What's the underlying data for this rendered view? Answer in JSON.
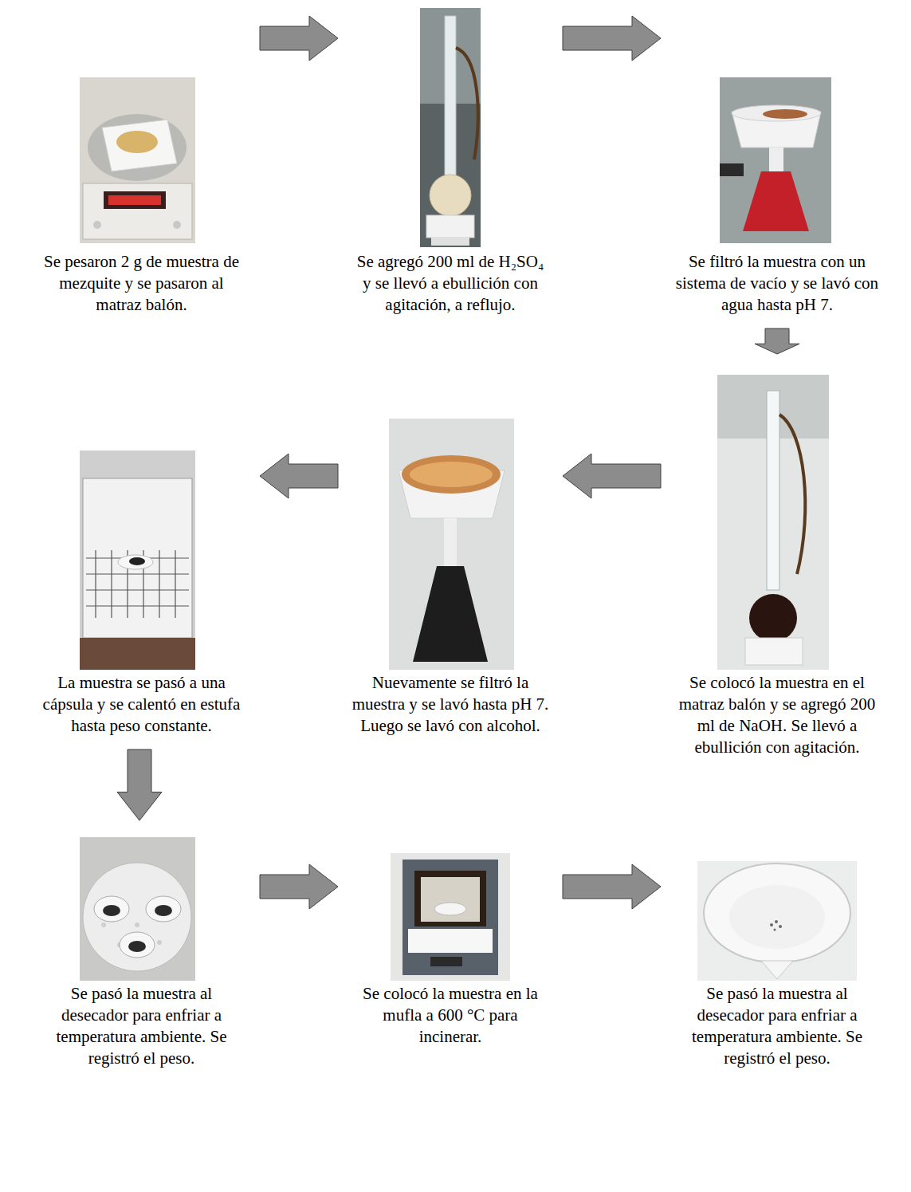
{
  "diagram": {
    "nodes": [
      {
        "text": [
          "Se pesaron 2 g de muestra de mezquite y se pasaron al matraz balón."
        ]
      },
      {
        "text": [
          "Se agregó 200 ml de H₂SO₄ y se llevó a ebullición con agitación, a reflujo."
        ]
      },
      {
        "text": [
          "Se filtró la muestra con un sistema de vacío y se lavó con agua hasta pH 7."
        ]
      },
      {
        "text": [
          "Se colocó la muestra en el matraz balón y se agregó 200 ml de NaOH. Se llevó a ebullición con agitación."
        ]
      },
      {
        "text": [
          "Nuevamente se filtró la muestra y se lavó hasta pH 7. Luego se lavó con alcohol."
        ]
      },
      {
        "text": [
          "La muestra se pasó a una cápsula y se calentó en estufa hasta peso constante."
        ]
      },
      {
        "text": [
          "Se pasó la muestra al desecador para enfriar a temperatura ambiente. Se registró el peso."
        ]
      },
      {
        "text": [
          "Se colocó la muestra en la mufla a 600 °C para incinerar."
        ]
      },
      {
        "text": [
          "Se pasó la muestra al desecador para enfriar a temperatura ambiente. Se registró el peso."
        ]
      }
    ],
    "edges": [
      {
        "from": 0,
        "to": 1,
        "arrow": "to"
      },
      {
        "from": 1,
        "to": 2,
        "arrow": "to"
      },
      {
        "from": 2,
        "to": 3,
        "arrow": "to"
      },
      {
        "from": 3,
        "to": 4,
        "arrow": "to"
      },
      {
        "from": 4,
        "to": 5,
        "arrow": "to"
      },
      {
        "from": 5,
        "to": 6,
        "arrow": "to"
      },
      {
        "from": 6,
        "to": 7,
        "arrow": "to"
      },
      {
        "from": 7,
        "to": 8,
        "arrow": "to"
      }
    ]
  }
}
